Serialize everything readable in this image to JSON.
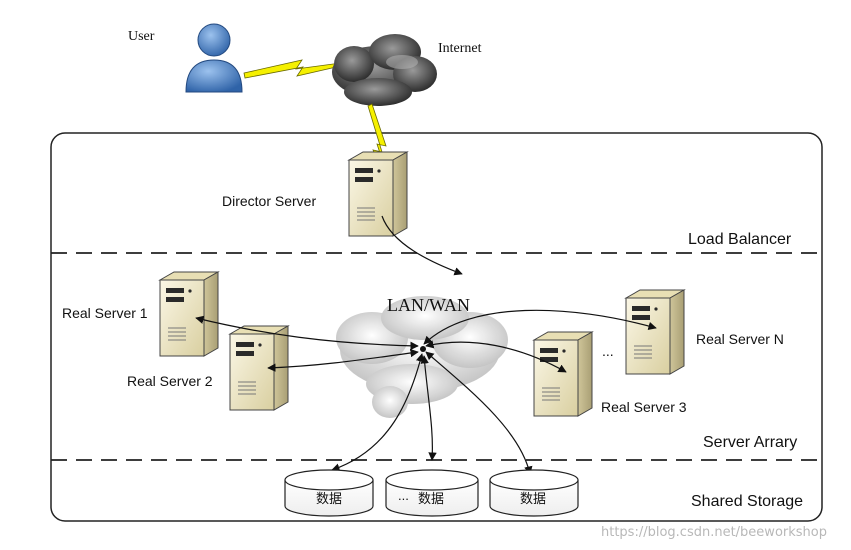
{
  "labels": {
    "user": "User",
    "internet": "Internet",
    "director_server": "Director Server",
    "load_balancer": "Load Balancer",
    "lan_wan": "LAN/WAN",
    "real_server_1": "Real Server 1",
    "real_server_2": "Real Server 2",
    "real_server_3": "Real Server 3",
    "real_server_n": "Real Server N",
    "ellipsis": "...",
    "server_array": "Server Arrary",
    "shared_storage": "Shared Storage",
    "storage_1": "数据",
    "storage_2": "数据",
    "storage_2_prefix": "...",
    "storage_3": "数据"
  },
  "watermark": "https://blog.csdn.net/beeworkshop",
  "colors": {
    "lightning": "#f5f000",
    "user_figure": "#4a7fc0",
    "cloud_dark": "#4a4a4a",
    "cloud_light": "#d0d0d0",
    "server_body": "#f0e9c8",
    "border": "#222222"
  }
}
